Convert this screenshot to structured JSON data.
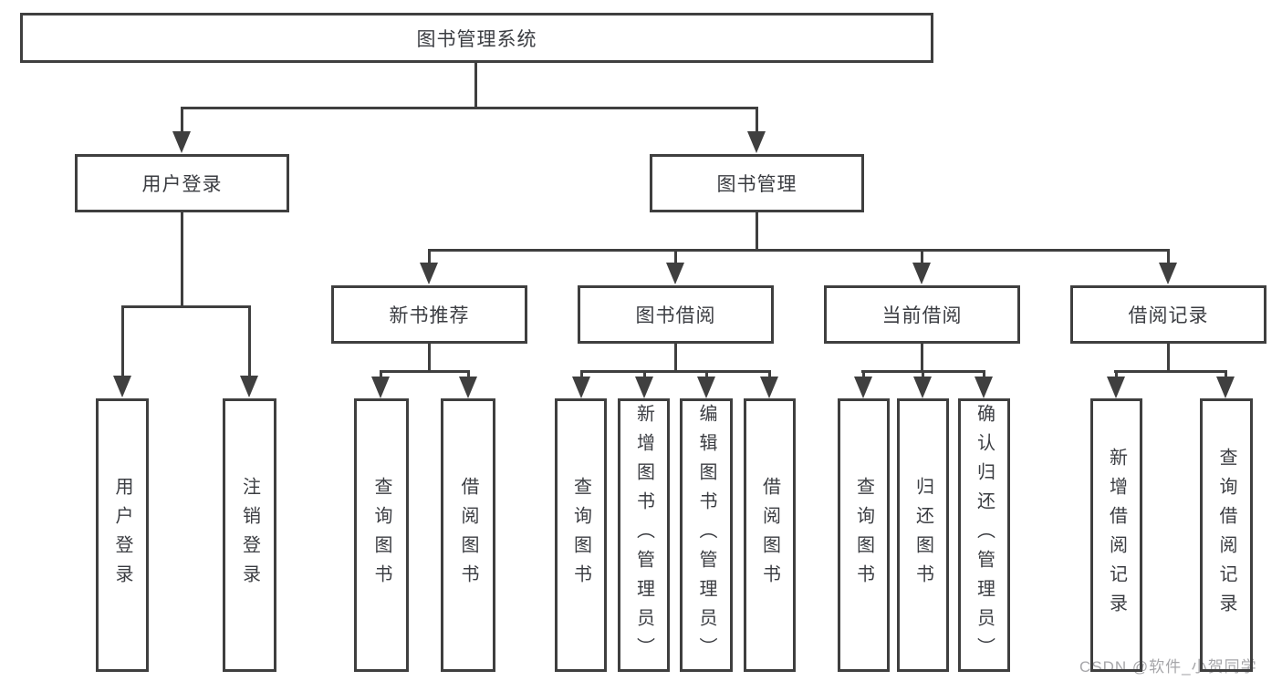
{
  "diagram": {
    "root": {
      "label": "图书管理系统"
    },
    "branches": [
      {
        "label": "用户登录",
        "children": [
          {
            "label": "用户登录"
          },
          {
            "label": "注销登录"
          }
        ]
      },
      {
        "label": "图书管理",
        "children": [
          {
            "label": "新书推荐",
            "children": [
              {
                "label": "查询图书"
              },
              {
                "label": "借阅图书"
              }
            ]
          },
          {
            "label": "图书借阅",
            "children": [
              {
                "label": "查询图书"
              },
              {
                "label": "新增图书（管理员）"
              },
              {
                "label": "编辑图书（管理员）"
              },
              {
                "label": "借阅图书"
              }
            ]
          },
          {
            "label": "当前借阅",
            "children": [
              {
                "label": "查询图书"
              },
              {
                "label": "归还图书"
              },
              {
                "label": "确认归还（管理员）"
              }
            ]
          },
          {
            "label": "借阅记录",
            "children": [
              {
                "label": "新增借阅记录"
              },
              {
                "label": "查询借阅记录"
              }
            ]
          }
        ]
      }
    ],
    "watermark": "CSDN @软件_小贺同学",
    "colors": {
      "line": "#3f3f3f",
      "text": "#3b3d42",
      "watermark": "#a6a6a9",
      "background": "#ffffff"
    }
  }
}
